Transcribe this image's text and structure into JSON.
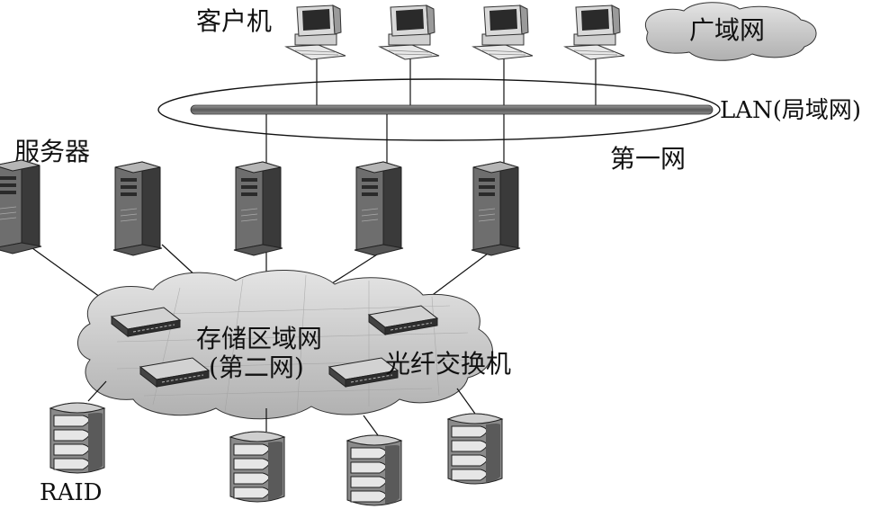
{
  "labels": {
    "clients": "客户机",
    "wan": "广域网",
    "lan": "LAN(局域网)",
    "first_network": "第一网",
    "servers": "服务器",
    "san_line1": "存储区域网",
    "san_line2": "(第二网)",
    "fc_switch": "光纤交换机",
    "raid": "RAID"
  },
  "icons": {
    "client": "desktop-computer-icon",
    "server": "tower-server-icon",
    "switch": "fibre-switch-icon",
    "storage": "raid-disk-array-icon",
    "cloud": "cloud-network-icon"
  },
  "colors": {
    "line": "#111111",
    "cloud_fill": "#c9c9c9",
    "bus": "#6f6f6f"
  }
}
